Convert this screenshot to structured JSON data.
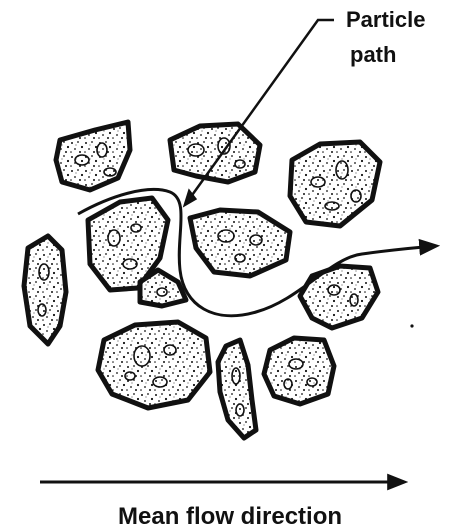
{
  "labels": {
    "particle_path_line1": "Particle",
    "particle_path_line2": "path",
    "mean_flow": "Mean flow direction"
  },
  "colors": {
    "ink": "#111111",
    "background": "#ffffff"
  },
  "elements": {
    "particle_count": 11,
    "particle_fill": "stippled gravel texture"
  }
}
